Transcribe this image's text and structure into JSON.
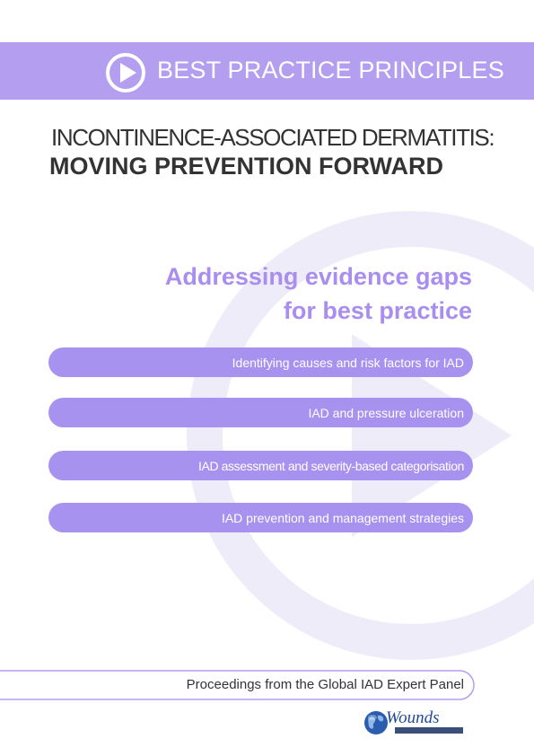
{
  "banner": {
    "title": "BEST PRACTICE PRINCIPLES"
  },
  "title": {
    "line1": "INCONTINENCE-ASSOCIATED DERMATITIS:",
    "line2": "MOVING PREVENTION FORWARD"
  },
  "heading": {
    "line1": "Addressing evidence gaps",
    "line2": "for best practice"
  },
  "topics": [
    "Identifying causes and risk factors for IAD",
    "IAD and pressure ulceration",
    "IAD assessment and severity-based categorisation",
    "IAD prevention and management strategies"
  ],
  "footer": {
    "text": "Proceedings from the Global IAD Expert Panel"
  },
  "logo": {
    "name": "Wounds"
  },
  "colors": {
    "accent": "#b39ef0",
    "pill": "#a892f0",
    "heading": "#a98ef0",
    "watermark": "#efecf9",
    "text": "#333333"
  },
  "icons": [
    "play-circle-icon",
    "play-circle-watermark",
    "globe-icon"
  ]
}
